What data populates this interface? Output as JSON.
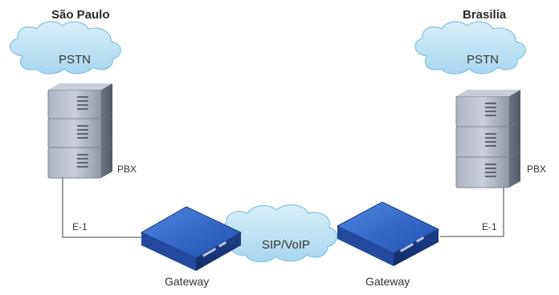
{
  "left_site": {
    "city": "São Paulo",
    "cloud_label": "PSTN",
    "pbx_label": "PBX",
    "link_label": "E-1",
    "gateway_label": "Gateway"
  },
  "right_site": {
    "city": "Brasilia",
    "cloud_label": "PSTN",
    "pbx_label": "PBX",
    "link_label": "E-1",
    "gateway_label": "Gateway"
  },
  "center": {
    "cloud_label": "SIP/VoIP"
  },
  "colors": {
    "cloud_fill": "#bfe2f3",
    "cloud_stroke": "#7fc2e4",
    "server_gray": "#8c93a3",
    "gateway_blue": "#2453b3",
    "line": "#6b6b6b"
  }
}
